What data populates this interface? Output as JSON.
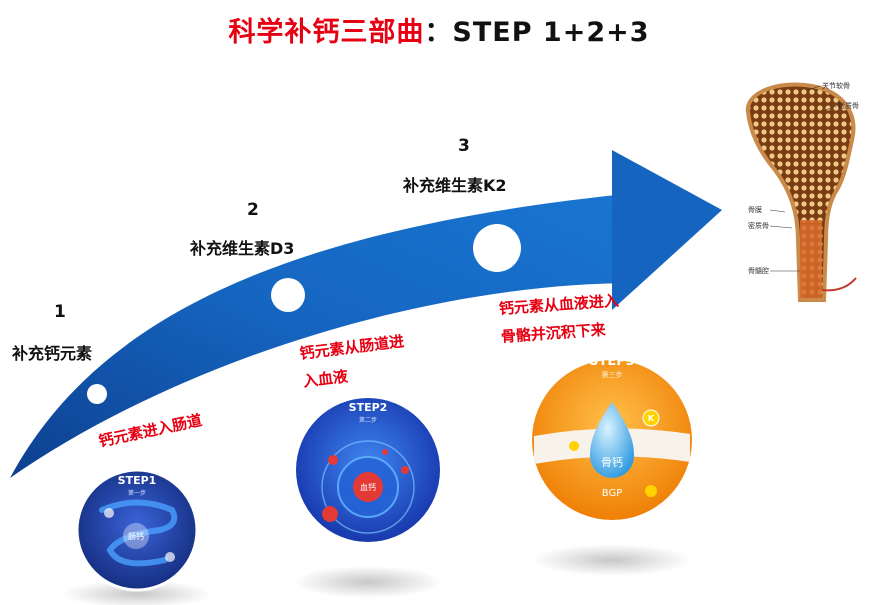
{
  "title": {
    "red_part": "科学补钙三部曲",
    "black_part": "：STEP 1+2+3"
  },
  "steps": [
    {
      "number": "1",
      "label": "补充钙元素",
      "note_lines": [
        "钙元素进入肠道"
      ],
      "badge_title": "STEP1",
      "badge_sub": "第一步",
      "badge_center": "肠钙"
    },
    {
      "number": "2",
      "label": "补充维生素D3",
      "note_lines": [
        "钙元素从肠道进",
        "入血液"
      ],
      "badge_title": "STEP2",
      "badge_sub": "第二步",
      "badge_center": "血钙"
    },
    {
      "number": "3",
      "label": "补充维生素K2",
      "note_lines": [
        "钙元素从血液进入",
        "骨骼并沉积下来"
      ],
      "badge_title": "STEP3",
      "badge_sub": "第三步",
      "badge_center": "骨钙",
      "badge_extra": "BGP",
      "badge_k": "K"
    }
  ],
  "bone_labels": [
    "关节软骨",
    "松质骨",
    "骨膜",
    "密质骨",
    "骨髓腔"
  ],
  "colors": {
    "arrow": "#1565c0",
    "arrow_dark": "#0d47a1",
    "accent_red": "#e60012",
    "step1_bg": "#1a3a9c",
    "step2_bg": "#1e5ad8",
    "step3_bg": "#f39800"
  }
}
